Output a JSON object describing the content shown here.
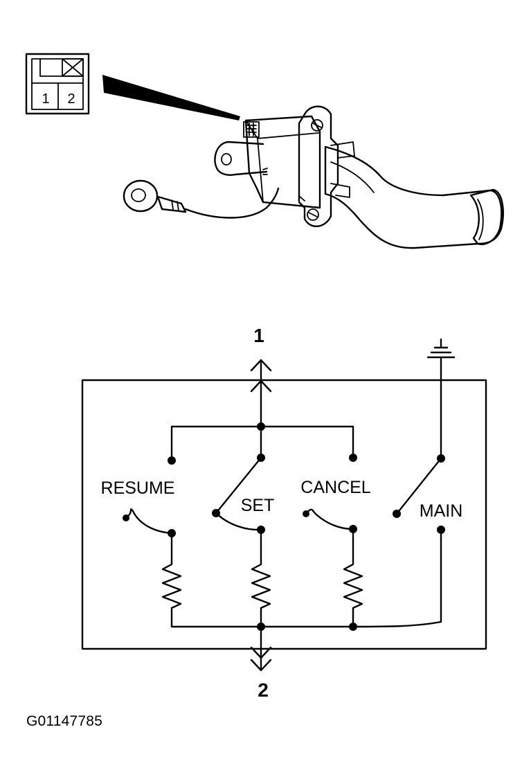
{
  "connector": {
    "pin_1": "1",
    "pin_2": "2"
  },
  "terminals": {
    "top": "1",
    "bottom": "2"
  },
  "switches": {
    "resume": "RESUME",
    "set": "SET",
    "cancel": "CANCEL",
    "main": "MAIN"
  },
  "figure_code": "G01147785"
}
